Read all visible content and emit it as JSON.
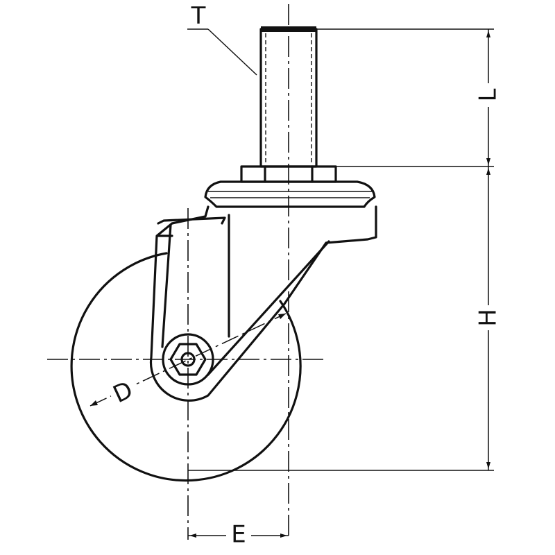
{
  "figure": {
    "title": "",
    "labels": {
      "thread": "T",
      "stem_length": "L",
      "height": "H",
      "wheel_diameter": "D",
      "offset": "E"
    }
  }
}
